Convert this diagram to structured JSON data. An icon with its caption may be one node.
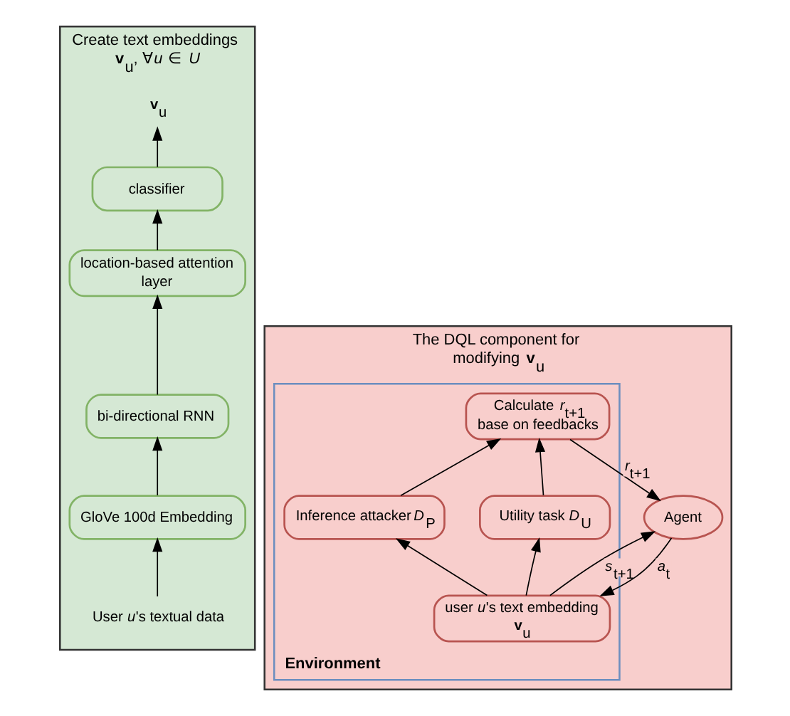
{
  "diagram": {
    "nodes": [
      {
        "text": [
          "Create text embeddings **v**$_{u}$, ∀*u* ∈ *U*"
        ]
      },
      {
        "text": [
          "**v**$_{u}$"
        ],
        "in": 0
      },
      {
        "text": [
          "classifier"
        ],
        "in": 0
      },
      {
        "text": [
          "location-based attention layer"
        ],
        "in": 0
      },
      {
        "text": [
          "bi-directional RNN"
        ],
        "in": 0
      },
      {
        "text": [
          "GloVe 100d Embedding"
        ],
        "in": 0
      },
      {
        "text": [
          "User *u*'s textual data"
        ],
        "in": 0
      },
      {
        "text": [
          "The DQL component for modifying **v**$_{u}$"
        ]
      },
      {
        "text": [
          "Environment"
        ],
        "in": 7
      },
      {
        "text": [
          "Inference attacker *D*$_{P}$"
        ],
        "in": 8
      },
      {
        "text": [
          "Utility task *D*$_{U}$"
        ],
        "in": 8
      },
      {
        "text": [
          "Calculate *r*$_{t+1}$ base on feedbacks"
        ],
        "in": 8
      },
      {
        "text": [
          "user *u*'s text embedding **v**$_{u}$"
        ],
        "in": 8
      },
      {
        "text": [
          "Agent"
        ],
        "in": 7
      }
    ],
    "edges": [
      {
        "from": 6,
        "to": 5,
        "arrow": "to"
      },
      {
        "from": 5,
        "to": 4,
        "arrow": "to"
      },
      {
        "from": 4,
        "to": 3,
        "arrow": "to"
      },
      {
        "from": 3,
        "to": 2,
        "arrow": "to"
      },
      {
        "from": 2,
        "to": 1,
        "arrow": "to"
      },
      {
        "from": 10,
        "to": 11,
        "arrow": "to"
      },
      {
        "from": 9,
        "to": 11,
        "arrow": "to"
      },
      {
        "from": 12,
        "to": 9,
        "arrow": "to"
      },
      {
        "from": 12,
        "to": 10,
        "arrow": "to"
      },
      {
        "from": 11,
        "to": 13,
        "arrow": "to",
        "label": "*r*$_{t+1}$"
      },
      {
        "from": 12,
        "to": 13,
        "arrow": "to",
        "label": "*s*$_{t+1}$"
      },
      {
        "from": 13,
        "to": 12,
        "arrow": "to",
        "label": "*a*$_{t}$"
      }
    ]
  }
}
